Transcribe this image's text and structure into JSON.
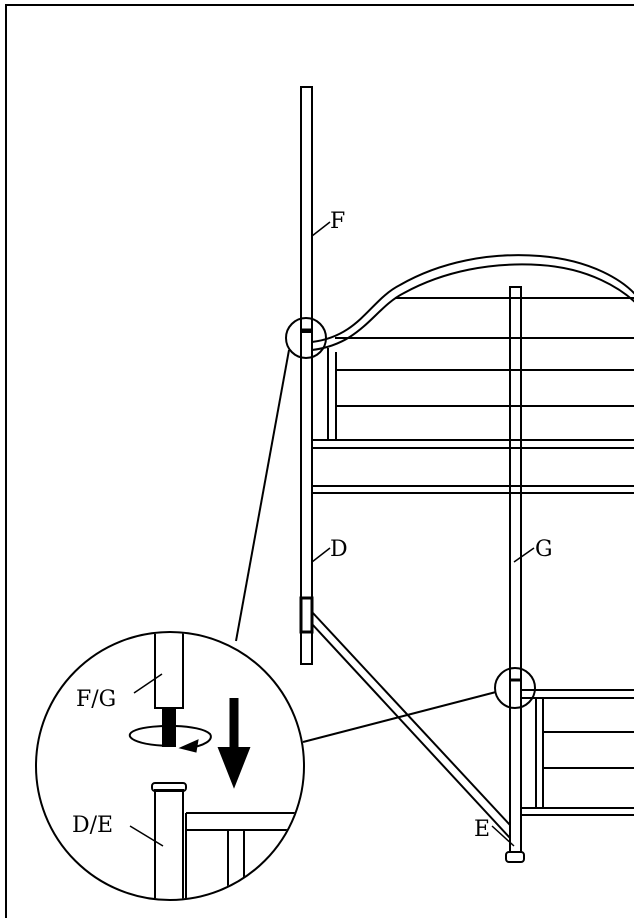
{
  "diagram": {
    "labels": {
      "post_f": "F",
      "post_d": "D",
      "post_g": "G",
      "post_e": "E",
      "detail_upper": "F/G",
      "detail_lower": "D/E"
    },
    "colors": {
      "line": "#000000",
      "background": "#ffffff"
    },
    "icons": {
      "rotation": "rotate-arrow-icon",
      "insert_direction": "down-arrow-icon"
    }
  }
}
